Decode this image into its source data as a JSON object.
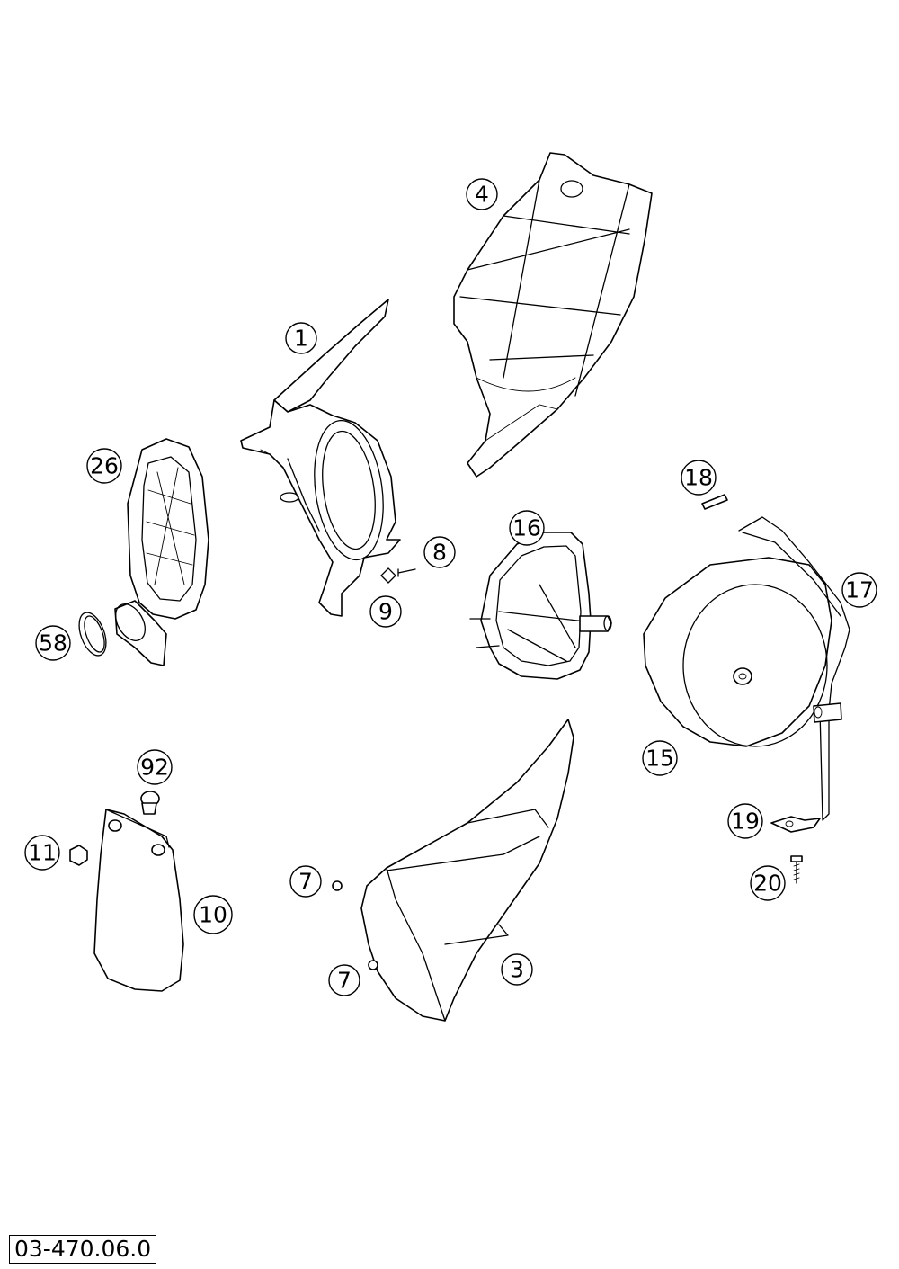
{
  "drawing_number": "03-470.06.0",
  "labels": [
    {
      "id": "label-1",
      "text": "1"
    },
    {
      "id": "label-3",
      "text": "3"
    },
    {
      "id": "label-4",
      "text": "4"
    },
    {
      "id": "label-7a",
      "text": "7"
    },
    {
      "id": "label-7b",
      "text": "7"
    },
    {
      "id": "label-8",
      "text": "8"
    },
    {
      "id": "label-9",
      "text": "9"
    },
    {
      "id": "label-10",
      "text": "10"
    },
    {
      "id": "label-11",
      "text": "11"
    },
    {
      "id": "label-15",
      "text": "15"
    },
    {
      "id": "label-16",
      "text": "16"
    },
    {
      "id": "label-17",
      "text": "17"
    },
    {
      "id": "label-18",
      "text": "18"
    },
    {
      "id": "label-19",
      "text": "19"
    },
    {
      "id": "label-20",
      "text": "20"
    },
    {
      "id": "label-26",
      "text": "26"
    },
    {
      "id": "label-58",
      "text": "58"
    },
    {
      "id": "label-92",
      "text": "92"
    }
  ]
}
